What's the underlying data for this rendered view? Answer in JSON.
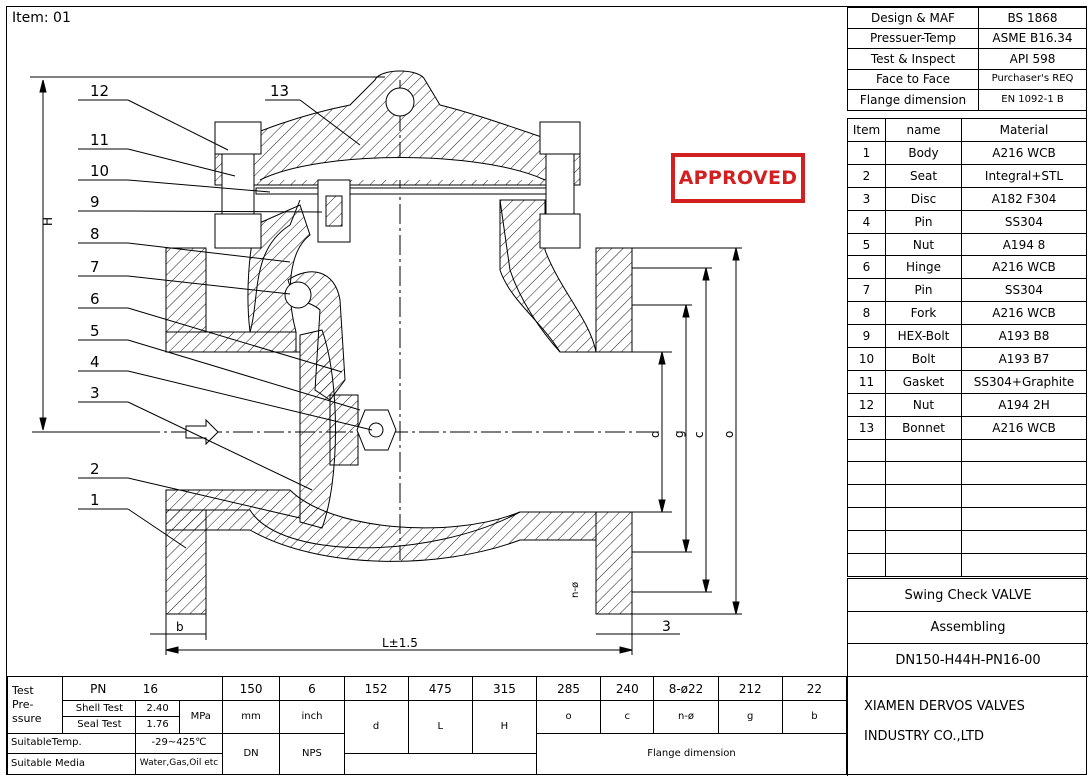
{
  "sheet": {
    "item_label": "Item: 01"
  },
  "stamp": "APPROVED",
  "standards": [
    {
      "label": "Design & MAF",
      "value": "BS 1868"
    },
    {
      "label": "Pressuer-Temp",
      "value": "ASME B16.34"
    },
    {
      "label": "Test & Inspect",
      "value": "API 598"
    },
    {
      "label": "Face to Face",
      "value": "Purchaser's REQ"
    },
    {
      "label": "Flange dimension",
      "value": "EN 1092-1 B"
    }
  ],
  "parts_header": {
    "item": "Item",
    "name": "name",
    "material": "Material"
  },
  "parts": [
    {
      "item": "1",
      "name": "Body",
      "material": "A216 WCB"
    },
    {
      "item": "2",
      "name": "Seat",
      "material": "Integral+STL"
    },
    {
      "item": "3",
      "name": "Disc",
      "material": "A182 F304"
    },
    {
      "item": "4",
      "name": "Pin",
      "material": "SS304"
    },
    {
      "item": "5",
      "name": "Nut",
      "material": "A194 8"
    },
    {
      "item": "6",
      "name": "Hinge",
      "material": "A216 WCB"
    },
    {
      "item": "7",
      "name": "Pin",
      "material": "SS304"
    },
    {
      "item": "8",
      "name": "Fork",
      "material": "A216 WCB"
    },
    {
      "item": "9",
      "name": "HEX-Bolt",
      "material": "A193 B8"
    },
    {
      "item": "10",
      "name": "Bolt",
      "material": "A193 B7"
    },
    {
      "item": "11",
      "name": "Gasket",
      "material": "SS304+Graphite"
    },
    {
      "item": "12",
      "name": "Nut",
      "material": "A194 2H"
    },
    {
      "item": "13",
      "name": "Bonnet",
      "material": "A216 WCB"
    }
  ],
  "title_block": {
    "product": "Swing Check VALVE",
    "view": "Assembling",
    "drawing_no": "DN150-H44H-PN16-00",
    "company_line1": "XIAMEN DERVOS VALVES",
    "company_line2": "INDUSTRY CO.,LTD"
  },
  "bottom": {
    "test_pressure": "Test\nPre-\nssure",
    "pn_label": "PN",
    "pn_value": "16",
    "shell_test_label": "Shell Test",
    "shell_test_value": "2.40",
    "seal_test_label": "Seal Test",
    "seal_test_value": "1.76",
    "mpa": "MPa",
    "suitable_temp_label": "SuitableTemp.",
    "suitable_temp_value": "-29~425℃",
    "suitable_media_label": "Suitable Media",
    "suitable_media_value": "Water,Gas,Oil etc",
    "dims_values": [
      "150",
      "6",
      "152",
      "475",
      "315",
      "285",
      "240",
      "8-ø22",
      "212",
      "22"
    ],
    "dims_units": [
      "mm",
      "inch"
    ],
    "dims_keys": [
      "DN",
      "NPS",
      "d",
      "L",
      "H",
      "o",
      "c",
      "n-ø",
      "g",
      "b"
    ],
    "flange_dimension": "Flange dimension"
  },
  "callouts": [
    "12",
    "13",
    "11",
    "10",
    "9",
    "8",
    "7",
    "6",
    "5",
    "4",
    "3",
    "2",
    "1"
  ],
  "dimension_labels": {
    "H": "H",
    "d": "d",
    "g": "g",
    "c": "c",
    "o": "o",
    "b": "b",
    "L": "L±1.5",
    "three": "3",
    "n_phi": "n-ø"
  }
}
